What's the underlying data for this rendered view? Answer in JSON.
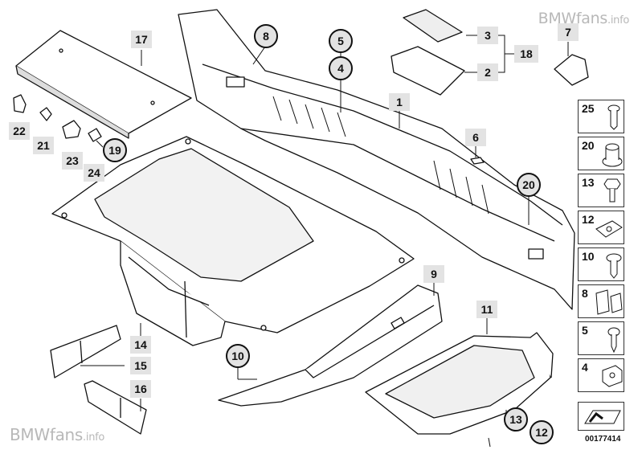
{
  "watermark_top": {
    "main": "BMWfans",
    "suffix": ".info"
  },
  "watermark_bottom": {
    "main": "BMWfans",
    "suffix": ".info"
  },
  "labels": {
    "p1": "1",
    "p2": "2",
    "p3": "3",
    "p4": "4",
    "p5": "5",
    "p6": "6",
    "p7": "7",
    "p8": "8",
    "p9": "9",
    "p10": "10",
    "p11": "11",
    "p12": "12",
    "p13": "13",
    "p14": "14",
    "p15": "15",
    "p16": "16",
    "p17": "17",
    "p18": "18",
    "p19": "19",
    "p20": "20",
    "p21": "21",
    "p22": "22",
    "p23": "23",
    "p24": "24"
  },
  "legend": [
    "25",
    "20",
    "13",
    "12",
    "10",
    "8",
    "5",
    "4"
  ],
  "reference_number": "00177414"
}
